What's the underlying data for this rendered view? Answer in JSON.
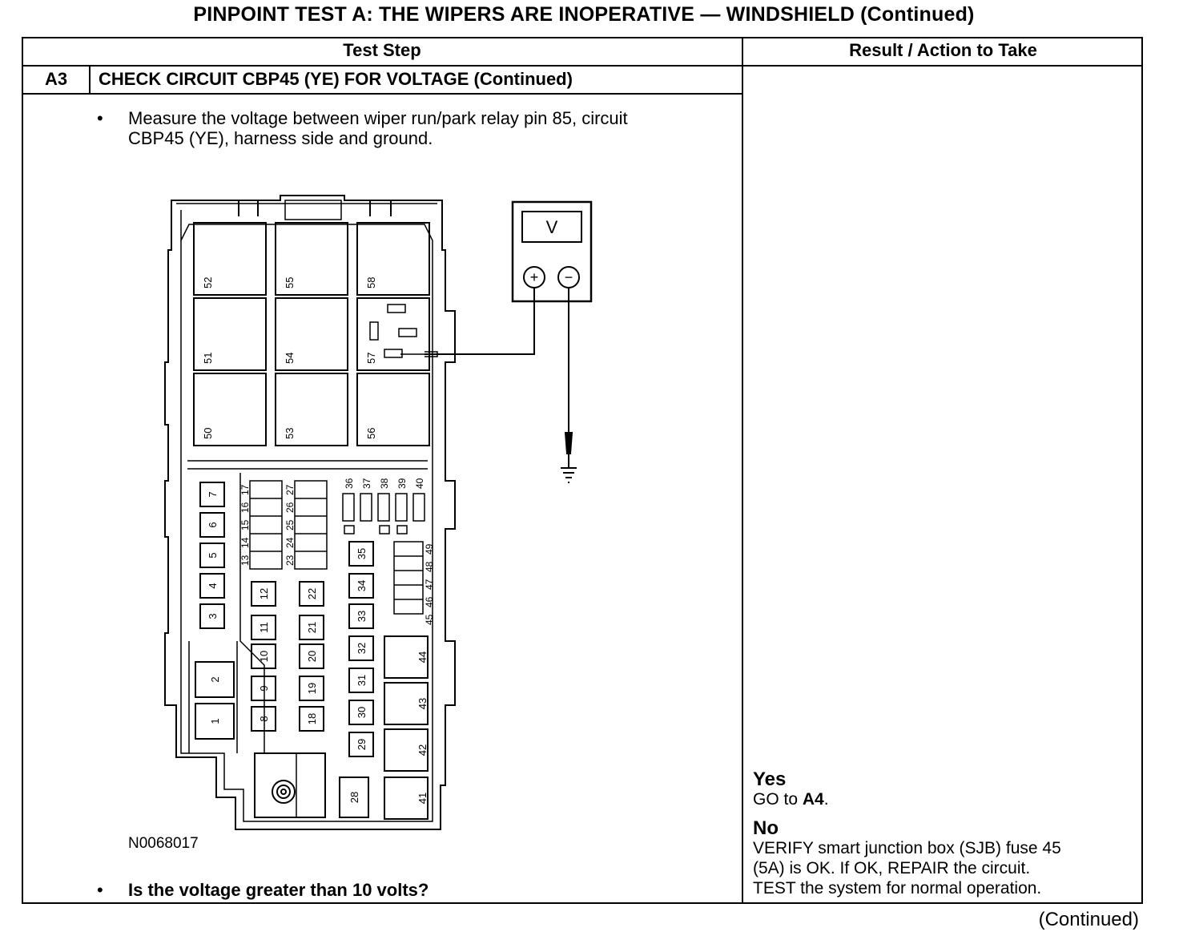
{
  "title": "PINPOINT TEST  A: THE WIPERS ARE INOPERATIVE — WINDSHIELD (Continued)",
  "table": {
    "col_test_step": "Test Step",
    "col_result": "Result / Action to Take",
    "step_id": "A3",
    "step_title": "CHECK CIRCUIT CBP45 (YE) FOR VOLTAGE (Continued)",
    "instruction_line1": "Measure the voltage between wiper run/park relay pin 85, circuit",
    "instruction_line2": "CBP45 (YE), harness side and ground.",
    "bullet": "•",
    "question": "Is the voltage greater than 10 volts?"
  },
  "figure": {
    "figure_id": "N0068017",
    "meter_label": "V",
    "plus": "+",
    "minus": "−",
    "relays": [
      "52",
      "55",
      "58",
      "51",
      "54",
      "57",
      "50",
      "53",
      "56"
    ],
    "left_fuses": [
      "7",
      "6",
      "5",
      "4",
      "3",
      "2",
      "1"
    ],
    "fuse_col_a": [
      "12",
      "11",
      "10",
      "9",
      "8"
    ],
    "fuse_col_b": [
      "22",
      "21",
      "20",
      "19",
      "18"
    ],
    "fuse_col_c": [
      "35",
      "34",
      "33",
      "32",
      "31",
      "30",
      "29"
    ],
    "fuse_col_d": [
      "44",
      "43",
      "42",
      "41"
    ],
    "mini_top": [
      "36",
      "37",
      "38",
      "39",
      "40"
    ],
    "mini_right": [
      "45",
      "46",
      "47",
      "48",
      "49"
    ],
    "mini_a": [
      "13",
      "14",
      "15",
      "16",
      "17"
    ],
    "mini_b": [
      "23",
      "24",
      "25",
      "26",
      "27"
    ],
    "fuse_28": "28"
  },
  "result": {
    "yes_label": "Yes",
    "yes_action_prefix": "GO to ",
    "yes_action_target": "A4",
    "yes_action_suffix": ".",
    "no_label": "No",
    "no_line1": "VERIFY smart junction box (SJB) fuse 45",
    "no_line2": "(5A) is OK. If OK, REPAIR the circuit.",
    "no_line3": "TEST the system for normal operation."
  },
  "footer": "(Continued)"
}
